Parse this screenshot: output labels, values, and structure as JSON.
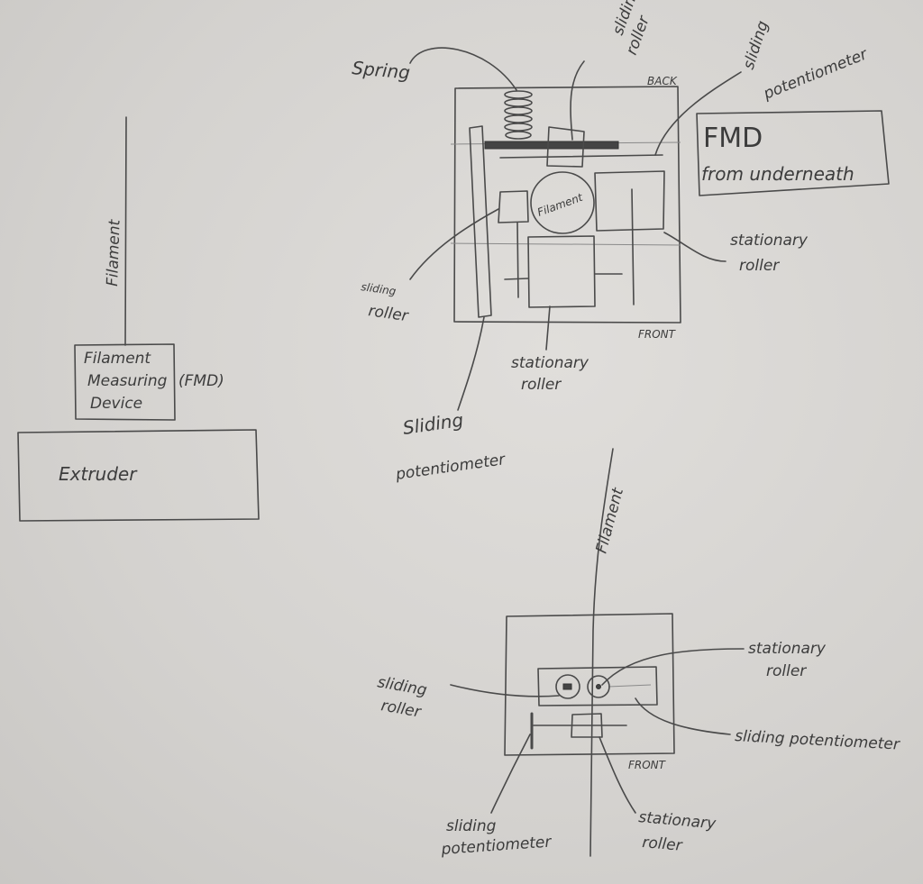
{
  "left_sketch": {
    "filament": "Filament",
    "fmd_lines": [
      "Filament",
      "Measuring",
      "Device"
    ],
    "fmd_abbrev": "(FMD)",
    "extruder": "Extruder"
  },
  "top_sketch": {
    "spring": "Spring",
    "sliding_roller_top": [
      "sliding",
      "roller"
    ],
    "back": "BACK",
    "sliding_potentiometer_top": [
      "sliding",
      "potentiometer"
    ],
    "title_box": [
      "FMD",
      "from underneath"
    ],
    "filament": "Filament",
    "stationary_roller_right": [
      "stationary",
      "roller"
    ],
    "sliding_roller_left": [
      "sliding",
      "roller"
    ],
    "front": "FRONT",
    "stationary_roller_bottom": [
      "stationary",
      "roller"
    ],
    "sliding_potentiometer_bottom": [
      "Sliding",
      "potentiometer"
    ]
  },
  "bottom_sketch": {
    "filament": "Filament",
    "stationary_roller_top": [
      "stationary",
      "roller"
    ],
    "sliding_roller": [
      "sliding",
      "roller"
    ],
    "sliding_potentiometer_right": "sliding potentiometer",
    "front": "FRONT",
    "sliding_potentiometer_bottom": [
      "sliding",
      "potentiometer"
    ],
    "stationary_roller_bottom": [
      "stationary",
      "roller"
    ]
  }
}
